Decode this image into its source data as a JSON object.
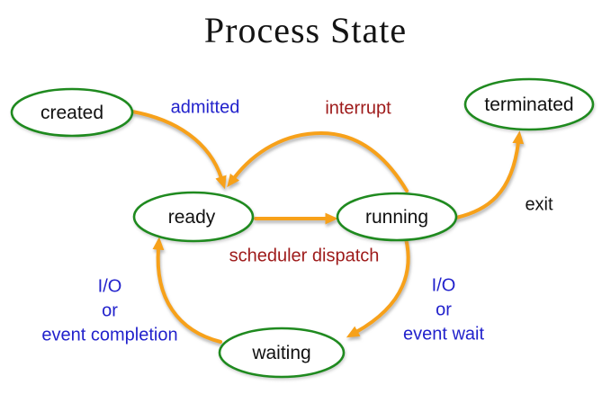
{
  "title": "Process State",
  "colors": {
    "state_border": "#1F8A1F",
    "arrow": "#F7A11A",
    "label_blue": "#2222CC",
    "label_dark_red": "#9E1A1A",
    "label_black": "#141414"
  },
  "states": [
    {
      "id": "created",
      "label": "created"
    },
    {
      "id": "ready",
      "label": "ready"
    },
    {
      "id": "running",
      "label": "running"
    },
    {
      "id": "waiting",
      "label": "waiting"
    },
    {
      "id": "terminated",
      "label": "terminated"
    }
  ],
  "transitions": [
    {
      "from": "created",
      "to": "ready",
      "label": "admitted",
      "color": "blue"
    },
    {
      "from": "running",
      "to": "ready",
      "label": "interrupt",
      "color": "dark_red"
    },
    {
      "from": "ready",
      "to": "running",
      "label": "scheduler dispatch",
      "color": "dark_red"
    },
    {
      "from": "running",
      "to": "terminated",
      "label": "exit",
      "color": "black"
    },
    {
      "from": "running",
      "to": "waiting",
      "label": "I/O\nor\nevent wait",
      "color": "blue"
    },
    {
      "from": "waiting",
      "to": "ready",
      "label": "I/O\nor\nevent completion",
      "color": "blue"
    }
  ]
}
